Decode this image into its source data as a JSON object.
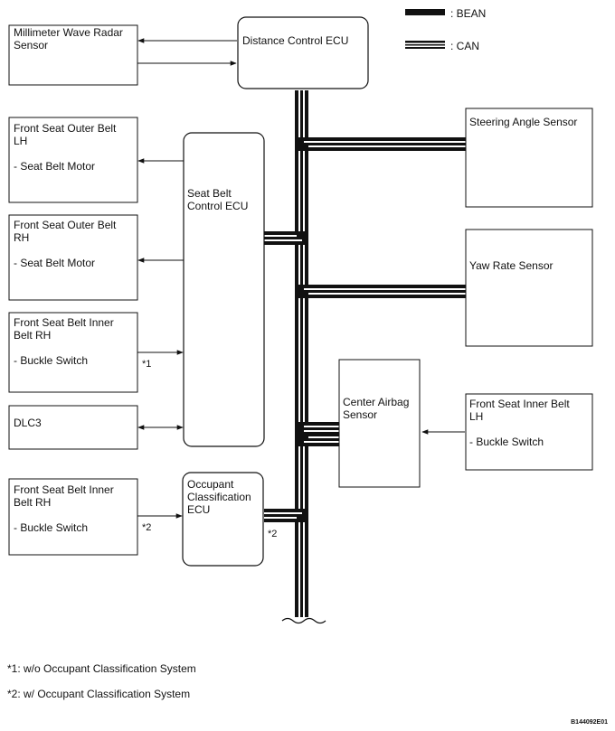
{
  "legend": {
    "bean_label": ": BEAN",
    "can_label": ": CAN"
  },
  "nodes": {
    "radar": [
      "Millimeter Wave Radar",
      "Sensor"
    ],
    "dist_ecu": [
      "Distance Control ECU"
    ],
    "outer_lh": [
      "Front Seat Outer Belt",
      "LH",
      "",
      "- Seat Belt Motor"
    ],
    "outer_rh": [
      "Front Seat Outer Belt",
      "RH",
      "",
      "- Seat Belt Motor"
    ],
    "inner_rh1": [
      "Front Seat Belt Inner",
      "Belt RH",
      "",
      "- Buckle Switch"
    ],
    "dlc3": [
      "DLC3"
    ],
    "inner_rh2": [
      "Front Seat Belt Inner",
      "Belt RH",
      "",
      "- Buckle Switch"
    ],
    "seatbelt_ecu": [
      "Seat Belt",
      "Control ECU"
    ],
    "occupant_ecu": [
      "Occupant",
      "Classification",
      "ECU"
    ],
    "steering": [
      "Steering Angle Sensor"
    ],
    "yaw": [
      "Yaw Rate Sensor"
    ],
    "airbag": [
      "Center Airbag",
      "Sensor"
    ],
    "inner_lh": [
      "Front Seat Inner Belt",
      "LH",
      "",
      "- Buckle Switch"
    ]
  },
  "markers": {
    "m1": "*1",
    "m2a": "*2",
    "m2b": "*2"
  },
  "notes": {
    "note1": "*1: w/o Occupant Classification System",
    "note2": "*2: w/ Occupant Classification System"
  },
  "figure_code": "B144092E01"
}
